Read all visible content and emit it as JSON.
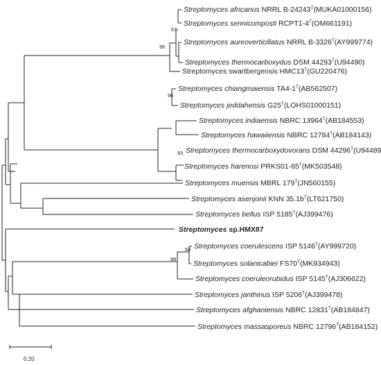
{
  "taxa": [
    {
      "species": "Streptomyces africanus",
      "strain": "NRRL B-24243",
      "type_strain": true,
      "accession": "MUKA01000156",
      "bold": false
    },
    {
      "species": "Streptomyces sennicomposti",
      "strain": "RCPT1-4",
      "type_strain": true,
      "accession": "OM661191",
      "bold": false
    },
    {
      "species": "Streptomyces aureoverticillatus",
      "strain": "NRRL B-3326",
      "type_strain": true,
      "accession": "AY999774",
      "bold": false
    },
    {
      "species": "Streptomyces thermocarboxydus",
      "strain": "DSM 44293",
      "type_strain": true,
      "accession": "U94490",
      "bold": false
    },
    {
      "species": "Streptomyces swartbergensis",
      "strain": "HMC13",
      "type_strain": true,
      "accession": "GU220476",
      "bold": false,
      "roman": true
    },
    {
      "species": "Streptomyces chiangmaiensis",
      "strain": "TA4-1",
      "type_strain": true,
      "accession": "AB562507",
      "bold": false
    },
    {
      "species": "Streptomyces jeddahensis",
      "strain": "G25",
      "type_strain": true,
      "accession": "LOHS01000151",
      "bold": false
    },
    {
      "species": "Streptomyces indiaensis",
      "strain": "NBRC 13964",
      "type_strain": true,
      "accession": "AB184553",
      "bold": false
    },
    {
      "species": "Streptomyces hawaiiensis",
      "strain": "NBRC 12784",
      "type_strain": true,
      "accession": "AB184143",
      "bold": false
    },
    {
      "species": "Streptomyces thermocarboxydovorans",
      "strain": "DSM 44296",
      "type_strain": true,
      "accession": "U94489",
      "bold": false
    },
    {
      "species": "Streptomyces harenosi",
      "strain": "PRKS01-65",
      "type_strain": true,
      "accession": "MK503548",
      "bold": false
    },
    {
      "species": "Streptomyces muensis",
      "strain": "MBRL 179",
      "type_strain": true,
      "accession": "JN560155",
      "bold": false
    },
    {
      "species": "Streptomyces asenjonii",
      "strain": "KNN 35.1b",
      "type_strain": true,
      "accession": "LT621750",
      "bold": false
    },
    {
      "species": "Streptomyces bellus",
      "strain": "ISP 5185",
      "type_strain": true,
      "accession": "AJ399476",
      "bold": false
    },
    {
      "species": "Streptomyces",
      "strain": "sp.HMX87",
      "type_strain": false,
      "accession": "",
      "bold": true
    },
    {
      "species": "Streptomyces coerulescens",
      "strain": "ISP 5146",
      "type_strain": true,
      "accession": "AY999720",
      "bold": false
    },
    {
      "species": "Streptomyces solanicabiei",
      "strain": "FS70",
      "type_strain": true,
      "accession": "MK934943",
      "bold": false
    },
    {
      "species": "Streptomyces coeruleorubidus",
      "strain": "ISP 5145",
      "type_strain": true,
      "accession": "AJ306622",
      "bold": false
    },
    {
      "species": "Streptomyces janthinus",
      "strain": "ISP 5206",
      "type_strain": true,
      "accession": "AJ399478",
      "bold": false
    },
    {
      "species": "Streptomyces afghaniensis",
      "strain": "NBRC 12831",
      "type_strain": true,
      "accession": "AB184847",
      "bold": false
    },
    {
      "species": "Streptomyces massasporeus",
      "strain": "NBRC 12796",
      "type_strain": true,
      "accession": "AB184152",
      "bold": false
    }
  ],
  "type_strain_marker": "T",
  "bootstrap_values": [
    "67",
    "96",
    "96",
    "93",
    "54",
    "88"
  ],
  "scale_bar": {
    "label": "0.20",
    "value": 0.2
  },
  "colors": {
    "line": "#222222",
    "background": "#ffffff"
  }
}
